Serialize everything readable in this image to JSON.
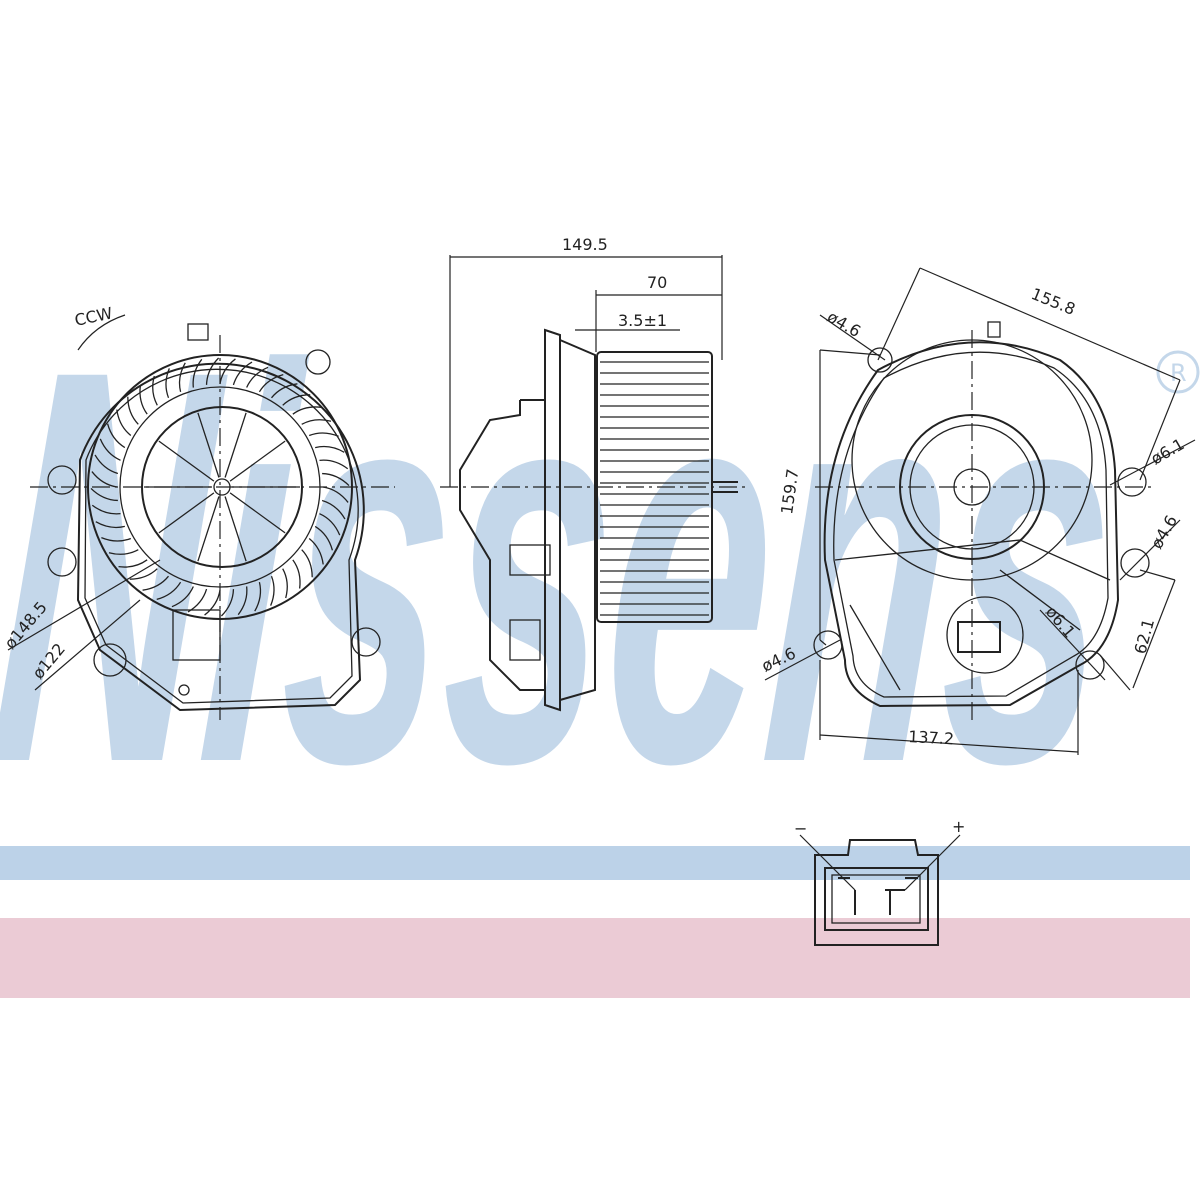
{
  "brand": {
    "logo_text": "Nissens",
    "registered_mark": "R"
  },
  "colors": {
    "watermark": "#c4d7ea",
    "band_blue": "#bcd2e8",
    "band_pink": "#ebcbd5",
    "line": "#222222"
  },
  "front_view": {
    "rotation": "CCW",
    "outer_diameter": "ø148.5",
    "inner_diameter": "ø122"
  },
  "side_view": {
    "overall_length": "149.5",
    "wheel_length": "70",
    "gap": "3.5±1"
  },
  "rear_view": {
    "hole_top_left": "ø4.6",
    "diagonal_span": "155.8",
    "hole_right_upper": "ø6.1",
    "hole_right_lower": "ø4.6",
    "height": "159.7",
    "hole_bottom_right": "ø6.1",
    "offset": "62.1",
    "hole_bottom_left": "ø4.6",
    "width": "137.2"
  },
  "connector": {
    "minus": "−",
    "plus": "+"
  }
}
